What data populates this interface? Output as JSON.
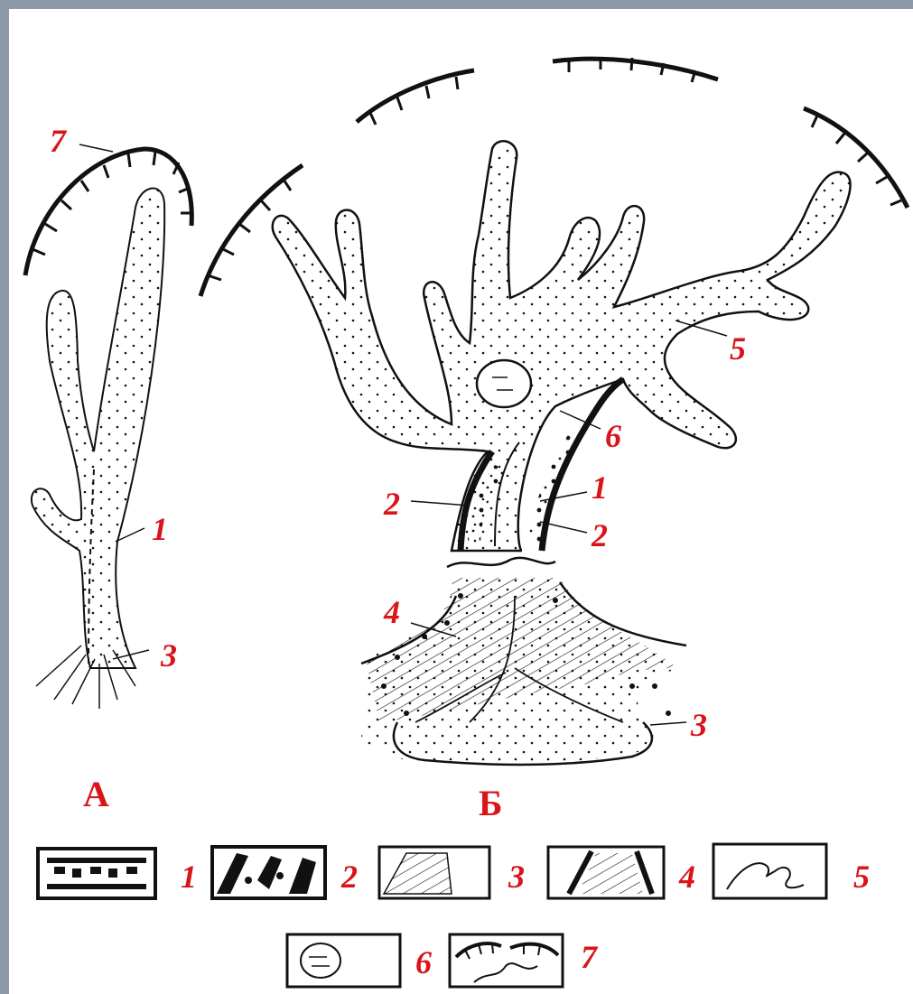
{
  "diagram": {
    "figure_a_caption": "А",
    "figure_b_caption": "Б",
    "figure_a_callouts": [
      "7",
      "1",
      "3"
    ],
    "figure_b_callouts": [
      "5",
      "6",
      "1",
      "2",
      "2",
      "4",
      "3"
    ],
    "legend": [
      {
        "number": "1",
        "pattern": "hatched-channel-fill-icon"
      },
      {
        "number": "2",
        "pattern": "dark-levee-deposit-icon"
      },
      {
        "number": "3",
        "pattern": "fan-sand-hatch-icon"
      },
      {
        "number": "4",
        "pattern": "confined-channel-hatch-icon"
      },
      {
        "number": "5",
        "pattern": "branching-outline-icon"
      },
      {
        "number": "6",
        "pattern": "slump-block-icon"
      },
      {
        "number": "7",
        "pattern": "scarp-ticks-icon"
      }
    ],
    "colors": {
      "label": "#d9141a",
      "ink": "#111111",
      "frame": "#8e99a8",
      "paper": "#ffffff"
    }
  }
}
